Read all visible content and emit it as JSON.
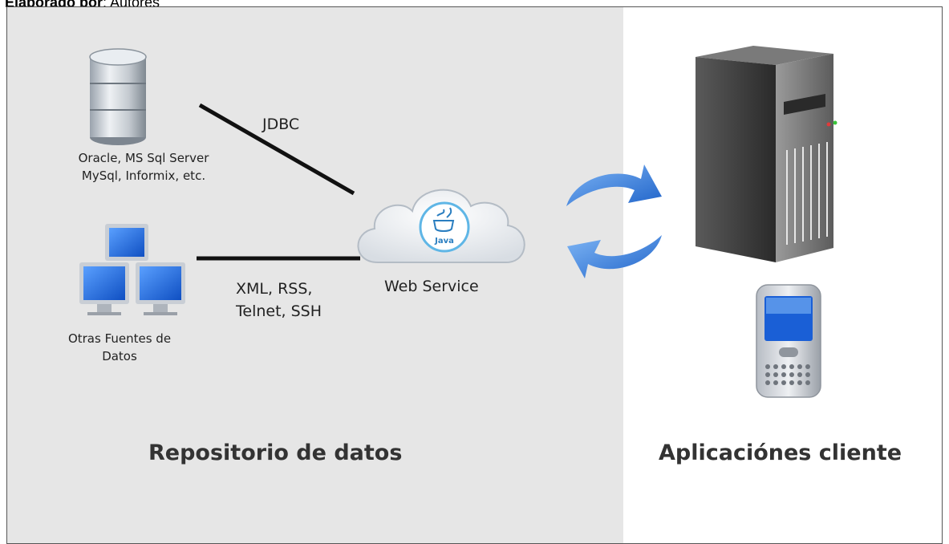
{
  "caption": {
    "bold": "Elaborado por",
    "rest": ": Autores"
  },
  "panels": {
    "repository_title": "Repositorio de datos",
    "clients_title": "Aplicaciónes cliente"
  },
  "nodes": {
    "database": {
      "line1": "Oracle, MS Sql Server",
      "line2": "MySql, Informix, etc.",
      "icon": "database-icon"
    },
    "other_sources": {
      "line1": "Otras Fuentes de",
      "line2": "Datos",
      "icon": "monitors-icon"
    },
    "web_service": {
      "label": "Web Service",
      "icon_text": "Java",
      "icon": "cloud-java-icon"
    },
    "server": {
      "icon": "server-tower-icon"
    },
    "mobile": {
      "icon": "smartphone-icon"
    }
  },
  "connections": {
    "jdbc": "JDBC",
    "protocols_line1": "XML, RSS,",
    "protocols_line2": "Telnet, SSH"
  },
  "colors": {
    "left_panel_bg": "#e6e6e6",
    "arrow_blue": "#2f7ad8",
    "monitor_blue": "#1a5fd6",
    "server_dark": "#3a3a3a"
  }
}
